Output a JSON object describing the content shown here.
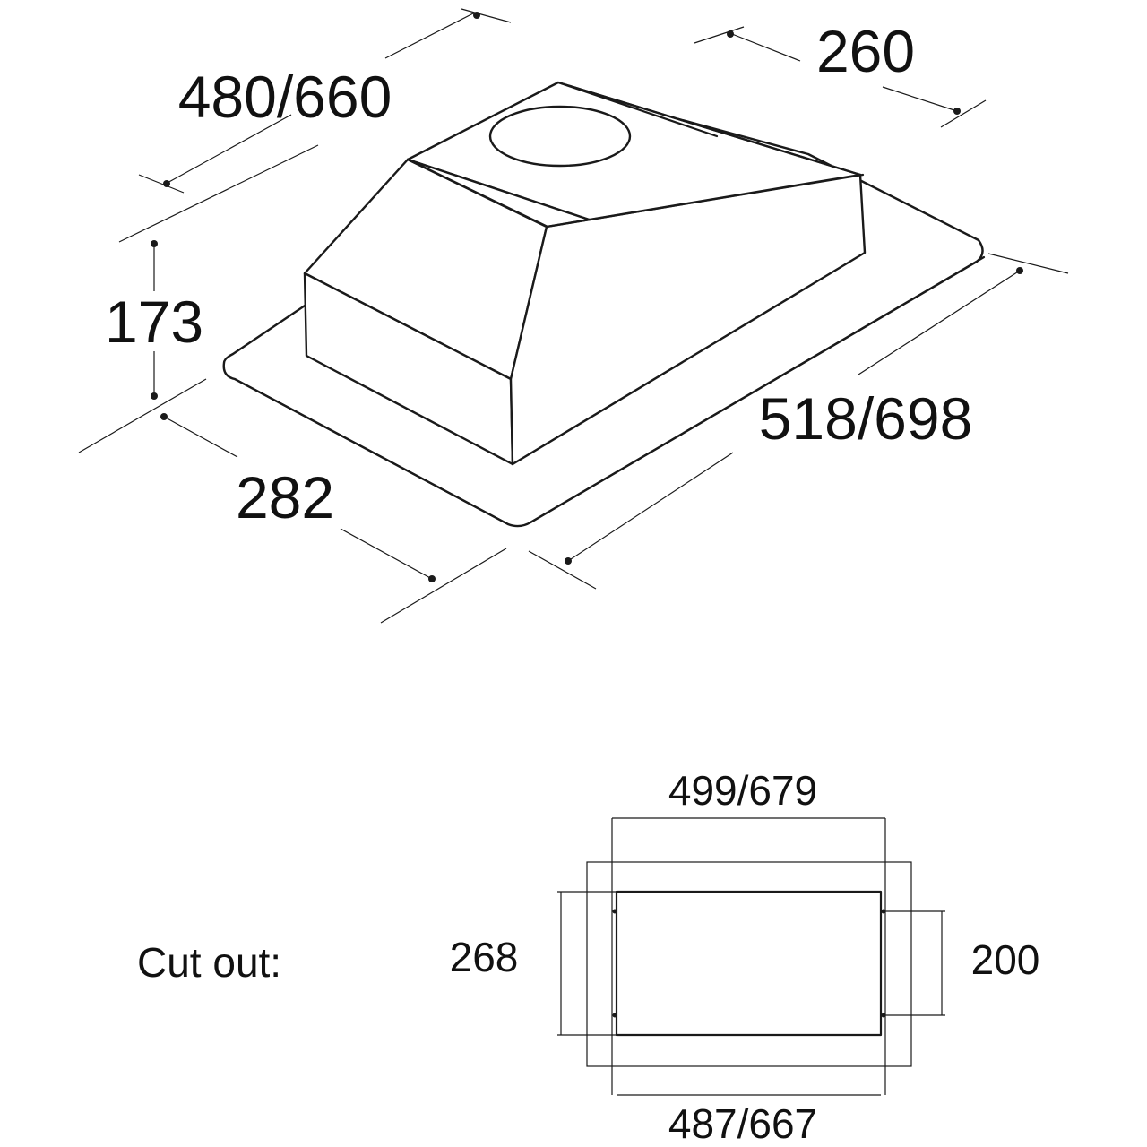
{
  "hood_diagram": {
    "width_label": "480/660",
    "depth_label": "260",
    "height_label": "173",
    "front_depth_label": "282",
    "total_width_label": "518/698"
  },
  "cutout_diagram": {
    "caption": "Cut out:",
    "top_width_label": "499/679",
    "bottom_width_label": "487/667",
    "left_height_label": "268",
    "right_height_label": "200"
  }
}
